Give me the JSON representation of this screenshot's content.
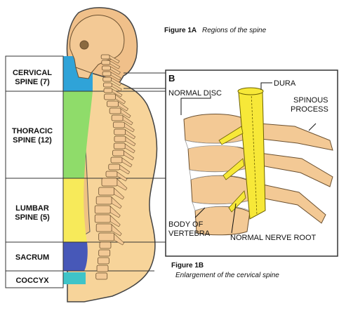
{
  "figure_1a": {
    "title": "Figure 1A",
    "caption": "Regions of the spine"
  },
  "regions": {
    "cervical": {
      "line1": "CERVICAL",
      "line2": "SPINE (7)",
      "color": "#2fa3d8"
    },
    "thoracic": {
      "line1": "THORACIC",
      "line2": "SPINE (12)",
      "color": "#8fdc6a"
    },
    "lumbar": {
      "line1": "LUMBAR",
      "line2": "SPINE (5)",
      "color": "#f7ea5a"
    },
    "sacrum": {
      "line1": "SACRUM",
      "color": "#4758b8"
    },
    "coccyx": {
      "line1": "COCCYX",
      "color": "#3fc4c8"
    }
  },
  "figure_1b": {
    "panel_letter": "B",
    "title": "Figure 1B",
    "caption": "Enlargement of the cervical spine",
    "labels": {
      "dura": "DURA",
      "normal_disc": "NORMAL DISC",
      "spinous_1": "SPINOUS",
      "spinous_2": "PROCESS",
      "body_1": "BODY OF",
      "body_2": "VERTEBRA",
      "nerve_root": "NORMAL NERVE ROOT"
    }
  },
  "colors": {
    "skin": "#f7d49a",
    "outline": "#444444",
    "bone": "#f3c995",
    "dura": "#f7e838"
  }
}
